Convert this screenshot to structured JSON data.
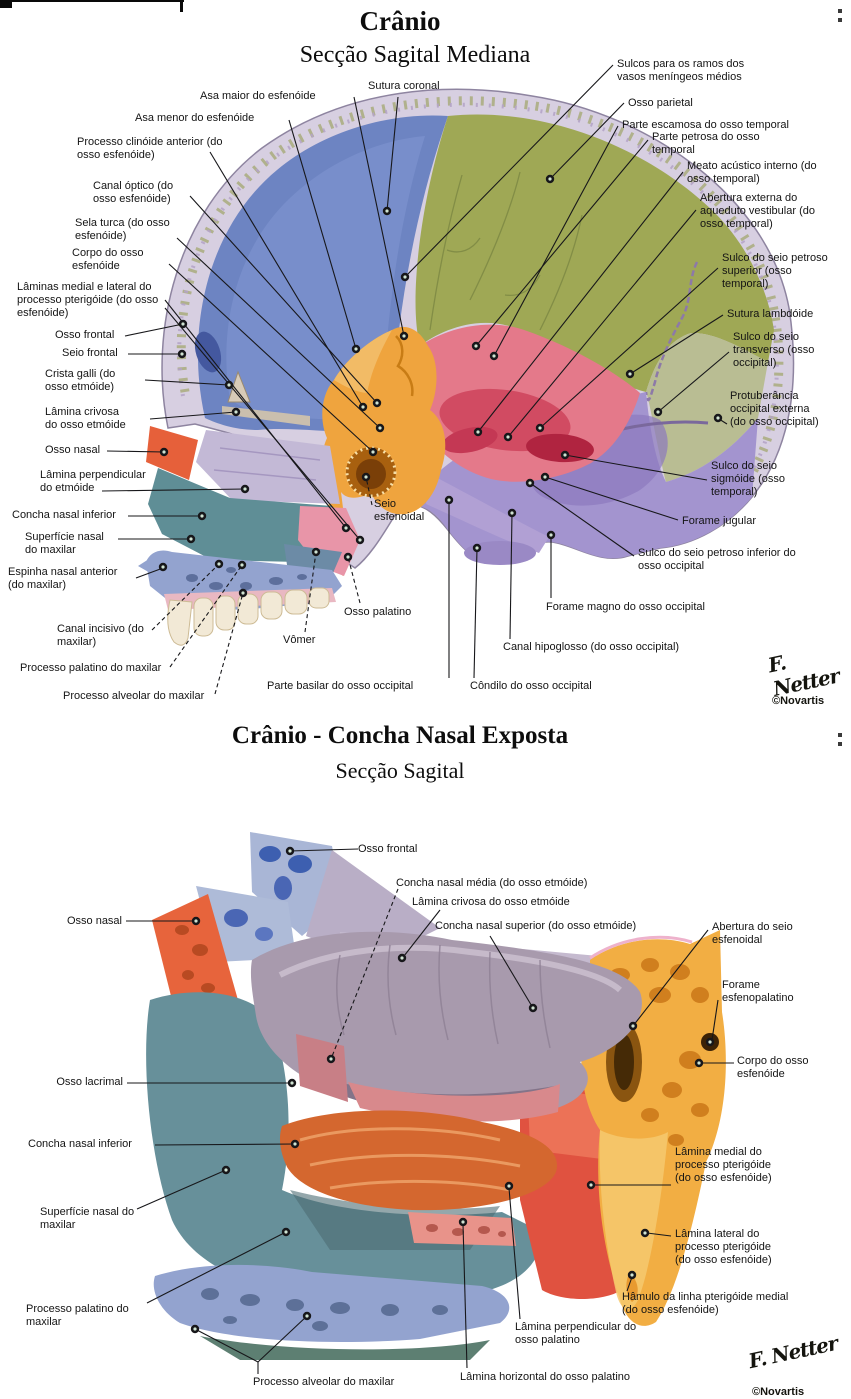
{
  "figure1": {
    "title": "Crânio",
    "subtitle": "Secção Sagital Mediana",
    "top_label": "Sutura coronal",
    "left_labels": [
      "Asa maior do esfenóide",
      "Asa menor do esfenóide",
      "Processo clinóide anterior (do osso esfenóide)",
      "Canal óptico (do osso esfenóide)",
      "Sela turca (do osso esfenóide)",
      "Corpo do osso esfenóide",
      "Lâminas medial e lateral do processo pterigóide (do osso esfenóide)",
      "Osso frontal",
      "Seio frontal",
      "Crista galli (do osso etmóide)",
      "Lâmina crivosa do osso etmóide",
      "Osso nasal",
      "Lâmina perpendicular do etmóide",
      "Concha nasal inferior",
      "Superfície nasal do maxilar",
      "Espinha nasal anterior (do maxilar)",
      "Canal incisivo (do maxilar)",
      "Processo palatino do maxilar",
      "Processo alveolar do maxilar"
    ],
    "right_labels": [
      "Sulcos para os ramos dos vasos meníngeos médios",
      "Osso parietal",
      "Parte escamosa do osso temporal",
      "Parte petrosa do osso temporal",
      "Meato acústico interno (do osso temporal)",
      "Abertura externa do aqueduto vestibular (do osso temporal)",
      "Sulco do seio petroso superior (osso temporal)",
      "Sutura lambdóide",
      "Sulco do seio transverso (osso occipital)",
      "Protuberância occipital externa (do osso occipital)",
      "Sulco do seio sigmóide (osso temporal)",
      "Forame jugular",
      "Sulco do seio petroso inferior do osso occipital",
      "Forame magno do osso occipital",
      "Canal hipoglosso (do osso occipital)",
      "Côndilo do osso occipital"
    ],
    "bottom_labels": [
      "Seio esfenoidal",
      "Osso palatino",
      "Vômer",
      "Parte basilar do osso occipital"
    ],
    "signature": "F. Netter",
    "credit": "©Novartis"
  },
  "figure2": {
    "title": "Crânio - Concha Nasal Exposta",
    "subtitle": "Secção Sagital",
    "top_labels": [
      "Osso frontal",
      "Concha nasal média (do osso etmóide)",
      "Lâmina crivosa do osso etmóide",
      "Concha nasal superior (do osso etmóide)"
    ],
    "left_labels": [
      "Osso nasal",
      "Osso lacrimal",
      "Concha nasal inferior",
      "Superfície nasal do maxilar",
      "Processo palatino do maxilar"
    ],
    "right_labels": [
      "Abertura do seio esfenoidal",
      "Forame esfenopalatino",
      "Corpo do osso esfenóide",
      "Lâmina medial do processo pterigóide (do osso esfenóide)",
      "Lâmina lateral do processo pterigóide (do osso esfenóide)",
      "Hâmulo da linha pterigóide medial (do osso esfenóide)"
    ],
    "bottom_labels": [
      "Processo alveolar do maxilar",
      "Lâmina horizontal do osso palatino",
      "Lâmina perpendicular do osso palatino"
    ],
    "signature": "F. Netter",
    "credit": "©Novartis"
  },
  "colors": {
    "frontal_blue": "#6d84c2",
    "parietal_green": "#9fa855",
    "occipital_purple": "#a394cf",
    "temporal_red": "#d14b62",
    "sphenoid_orange": "#efa43e",
    "maxilla_teal": "#5f8e96",
    "bone_rim_lavender": "#d7cfe1",
    "line_color": "#17171a"
  }
}
